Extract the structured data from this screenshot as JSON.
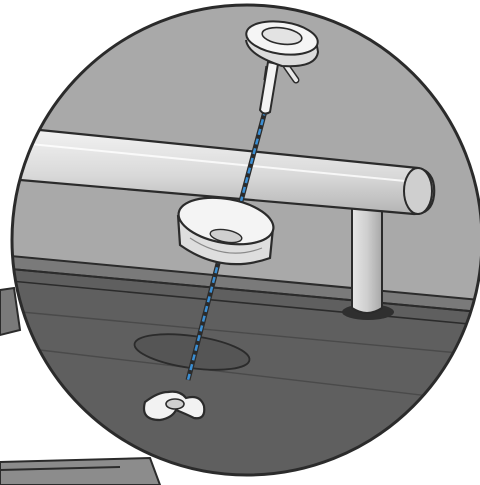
{
  "figure": {
    "kind": "exploded assembly illustration",
    "parts": [
      {
        "id": "mounting-screw",
        "label": ""
      },
      {
        "id": "spacer-washer",
        "label": ""
      },
      {
        "id": "wing-nut",
        "label": ""
      },
      {
        "id": "handle-bar",
        "label": ""
      },
      {
        "id": "mounting-hole",
        "label": ""
      }
    ]
  },
  "colors": {
    "background": "#ffffff",
    "outline": "#2b2b2b",
    "scene_bg": "#a9a9a9",
    "panel_dark": "#5b5b5b",
    "panel_mid": "#6d6d6d",
    "rail_light": "#dcdcdc",
    "rail_shadow": "#b9b9b9",
    "part_white": "#f2f2f2",
    "guide_line": "#3b8fd4"
  }
}
